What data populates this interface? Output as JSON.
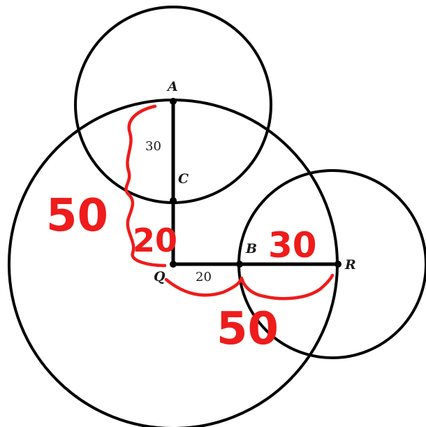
{
  "diagram": {
    "points": {
      "A": "A",
      "B": "B",
      "C": "C",
      "Q": "Q",
      "R": "R"
    },
    "printed_lengths": {
      "AC": "30",
      "QB": "20"
    },
    "handwritten": {
      "QA_total": "50",
      "QC": "20",
      "BR": "30",
      "QR_total": "50"
    },
    "colors": {
      "figure": "#000000",
      "handwriting": "#ee1c1c",
      "background": "#ffffff"
    }
  }
}
